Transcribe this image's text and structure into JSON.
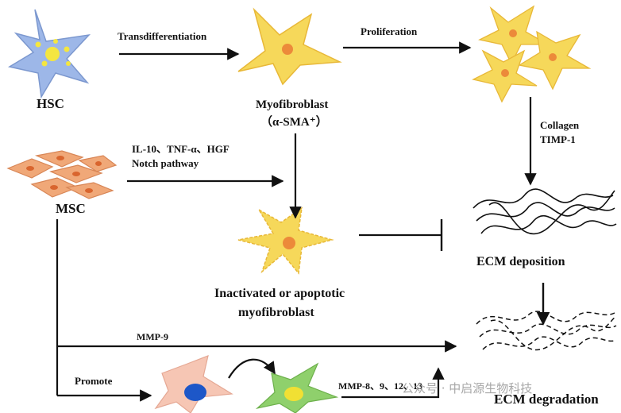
{
  "nodes": {
    "hsc": "HSC",
    "myofibroblast": "Myofibroblast",
    "alpha_sma": "（α-SMA⁺）",
    "msc": "MSC",
    "inactivated_line1": "Inactivated or apoptotic",
    "inactivated_line2": "myofibroblast",
    "ecm_deposition": "ECM deposition",
    "ecm_degradation": "ECM  degradation"
  },
  "edges": {
    "transdifferentiation": "Transdifferentiation",
    "proliferation": "Proliferation",
    "collagen": "Collagen",
    "timp1": "TIMP-1",
    "factors": "IL-10、TNF-α、HGF",
    "notch": "Notch pathway",
    "mmp9": "MMP-9",
    "promote": "Promote",
    "mmp_list": "MMP-8、9、12、13"
  },
  "watermark": "公众号 · 中启源生物科技",
  "colors": {
    "hsc_body": "#9db7e8",
    "hsc_dots": "#f4e640",
    "star_fill": "#f6d85a",
    "star_edge": "#e8b838",
    "nucleus": "#ec8a3a",
    "msc_fill": "#f0a878",
    "msc_nucleus": "#d9652e",
    "pink_cell": "#f6c6b4",
    "blue_nucleus": "#1d57c8",
    "green_cell": "#8fd06c",
    "yellow_nucleus": "#f1e033"
  }
}
